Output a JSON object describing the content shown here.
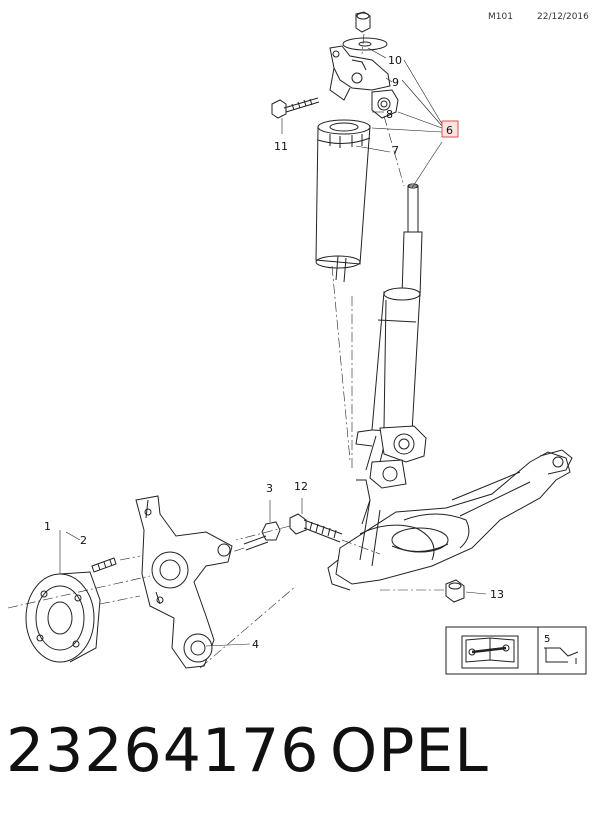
{
  "header": {
    "code": "M101",
    "date": "22/12/2016"
  },
  "callouts": {
    "c1": "1",
    "c2": "2",
    "c3": "3",
    "c4": "4",
    "c5": "5",
    "c6": "6",
    "c7": "7",
    "c8": "8",
    "c9": "9",
    "c10": "10",
    "c11": "11",
    "c12": "12",
    "c13": "13"
  },
  "footer": {
    "part_number": "23264176",
    "brand": "OPEL"
  },
  "colors": {
    "ink": "#222222",
    "highlight": "#d9534f",
    "highlight_fill": "#fde2e2"
  }
}
